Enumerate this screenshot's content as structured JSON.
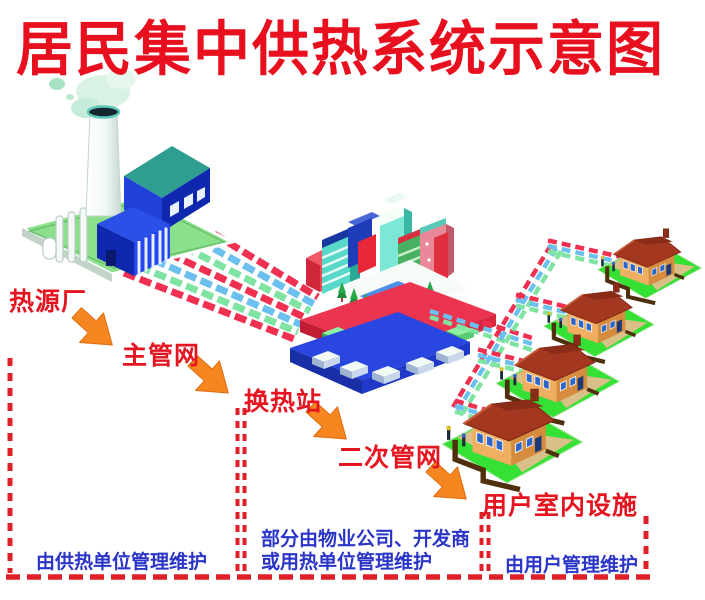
{
  "title": "居民集中供热系统示意图",
  "flow": {
    "source_label": "热源厂",
    "main_network_label": "主管网",
    "exchange_station_label": "换热站",
    "secondary_network_label": "二次管网",
    "indoor_facilities_label": "用户室内设施"
  },
  "zones": {
    "supply_unit": "由供热单位管理维护",
    "property_line1": "部分由物业公司、开发商",
    "property_line2": "或用热单位管理维护",
    "user": "由用户管理维护"
  },
  "illustration": {
    "heat_plant": "heat-plant",
    "city_block": "city-block-heat-exchange",
    "houses_count": 4
  },
  "colors": {
    "title_red": "#e8101e",
    "flow_label_red": "#e41420",
    "zone_text_blue": "#2a35c8",
    "arrow_orange": "#f6861f",
    "divider_red": "#e02028",
    "pipe_red": "#ef3050",
    "pipe_blue": "#6cc0ee",
    "pipe_green": "#7fe3a2"
  }
}
